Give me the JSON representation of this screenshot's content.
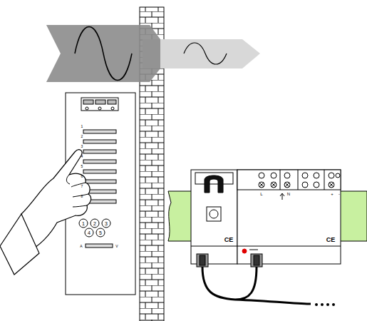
{
  "diagram": {
    "labels": [
      "1",
      "2",
      "3",
      "4",
      "5",
      "6",
      "7",
      "8",
      "1",
      "2",
      "3",
      "4",
      "5",
      "A",
      "V",
      "L",
      "N",
      "+",
      "-",
      "CE",
      "CE"
    ]
  }
}
